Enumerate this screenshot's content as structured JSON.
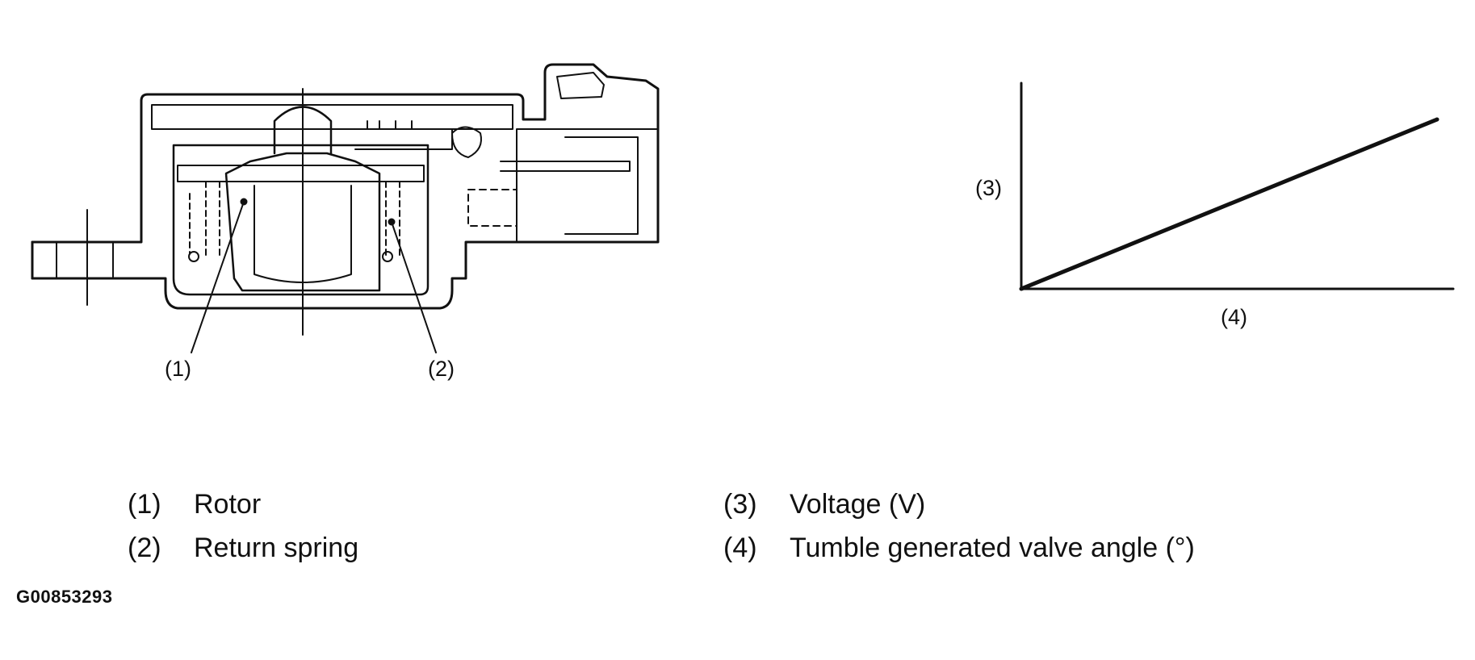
{
  "diagram": {
    "callouts": [
      {
        "id": "1",
        "text": "(1)"
      },
      {
        "id": "2",
        "text": "(2)"
      },
      {
        "id": "3",
        "text": "(3)"
      },
      {
        "id": "4",
        "text": "(4)"
      }
    ]
  },
  "legend": {
    "left": [
      {
        "num": "(1)",
        "text": "Rotor"
      },
      {
        "num": "(2)",
        "text": "Return spring"
      }
    ],
    "right": [
      {
        "num": "(3)",
        "text": "Voltage (V)"
      },
      {
        "num": "(4)",
        "text": "Tumble generated valve angle (°)"
      }
    ]
  },
  "figure_code": "G00853293"
}
